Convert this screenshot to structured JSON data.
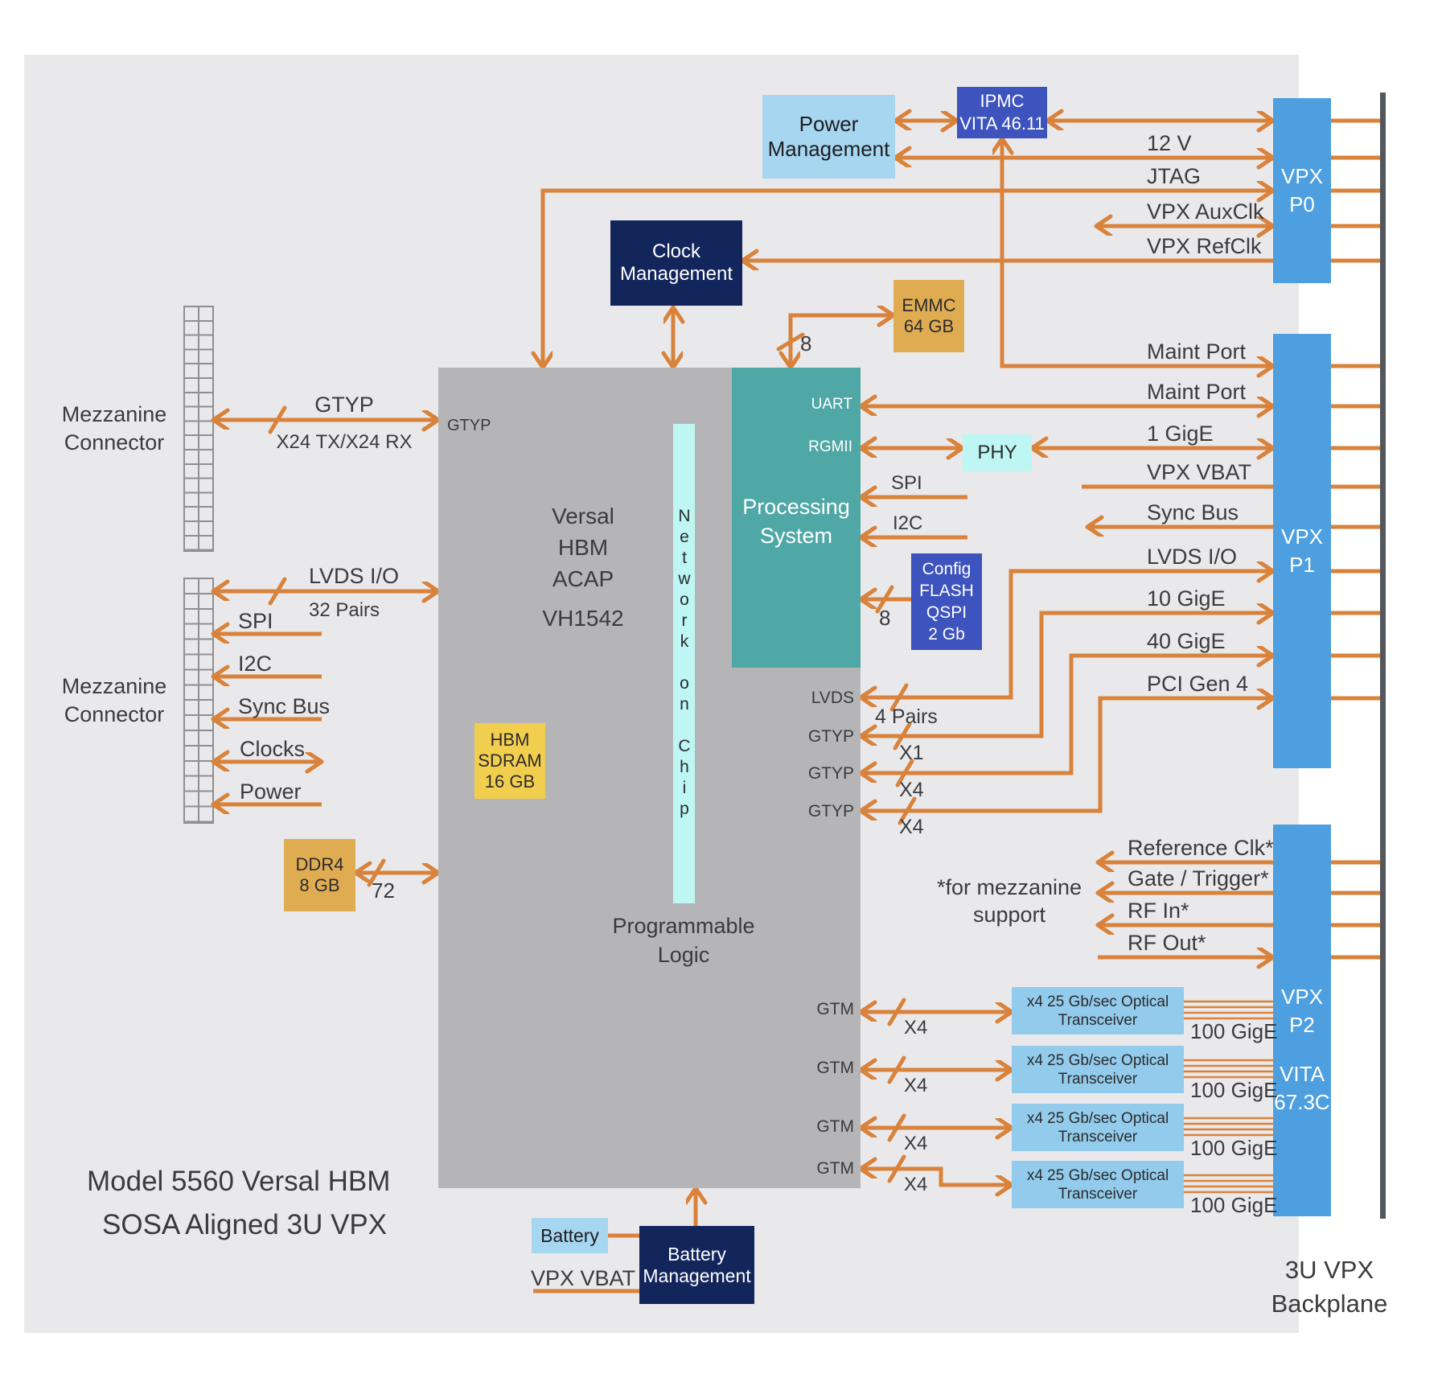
{
  "title": {
    "line1": "Model 5560  Versal HBM",
    "line2": "SOSA Aligned 3U VPX"
  },
  "backplane_label": "3U VPX\nBackplane",
  "colors": {
    "accent_orange": "#D9823B",
    "panel_gray": "#E9E9EB",
    "chip_gray": "#B5B5B7",
    "teal": "#4FA8A6",
    "pale_cyan": "#BDF6F2",
    "navy": "#13265C",
    "royal_blue": "#3D53BE",
    "light_blue": "#A7D6F0",
    "vpx_blue": "#4E9FE0",
    "transceiver_blue": "#92CBEB",
    "tan": "#E0AC52",
    "yellow": "#F2CE4F",
    "backplane_dark": "#54575B"
  },
  "blocks": {
    "power_mgmt": "Power\nManagement",
    "ipmc": "IPMC\nVITA 46.11",
    "clock_mgmt": "Clock\nManagement",
    "emmc": "EMMC\n64 GB",
    "versal": "Versal\nHBM\nACAP",
    "versal_part": "VH1542",
    "noc": "Network on Chip",
    "prog_logic": "Programmable\nLogic",
    "ps": "Processing\nSystem",
    "phy": "PHY",
    "config_flash": "Config\nFLASH\nQSPI\n2 Gb",
    "hbm": "HBM\nSDRAM\n16 GB",
    "ddr4": "DDR4\n8 GB",
    "battery": "Battery",
    "battery_mgmt": "Battery\nManagement",
    "vpx_p0": "VPX\nP0",
    "vpx_p1": "VPX\nP1",
    "vpx_p2": "VPX\nP2",
    "vpx_p2_vita": "VITA\n67.3C",
    "transceiver": "x4 25 Gb/sec Optical\nTransceiver",
    "mezzanine": "Mezzanine\nConnector"
  },
  "ports": {
    "gtyp": "GTYP",
    "uart": "UART",
    "rgmii": "RGMII",
    "lvds": "LVDS",
    "gtm": "GTM"
  },
  "labels": {
    "left": {
      "gtyp": "GTYP",
      "gtyp_sub": "X24 TX/X24 RX",
      "lvds": "LVDS I/O",
      "lvds_sub": "32 Pairs",
      "spi": "SPI",
      "i2c": "I2C",
      "sync": "Sync Bus",
      "clocks": "Clocks",
      "power": "Power",
      "ddr_width": "72"
    },
    "top": {
      "v12": "12 V",
      "jtag": "JTAG",
      "auxclk": "VPX AuxClk",
      "refclk": "VPX RefClk"
    },
    "p1": [
      "Maint Port",
      "Maint Port",
      "1 GigE",
      "VPX VBAT",
      "Sync Bus",
      "LVDS I/O",
      "10 GigE",
      "40 GigE",
      "PCI Gen 4"
    ],
    "p2": [
      "Reference Clk*",
      "Gate / Trigger*",
      "RF In*",
      "RF Out*"
    ],
    "mid": {
      "spi": "SPI",
      "i2c": "I2C",
      "qspi8": "8",
      "emmc8": "8",
      "pairs4": "4 Pairs",
      "x1": "X1",
      "x4": "X4",
      "note": "*for mezzanine\nsupport"
    },
    "gtm": {
      "x4": "X4",
      "gige": "100 GigE"
    },
    "bottom": {
      "vbat": "VPX VBAT"
    }
  }
}
